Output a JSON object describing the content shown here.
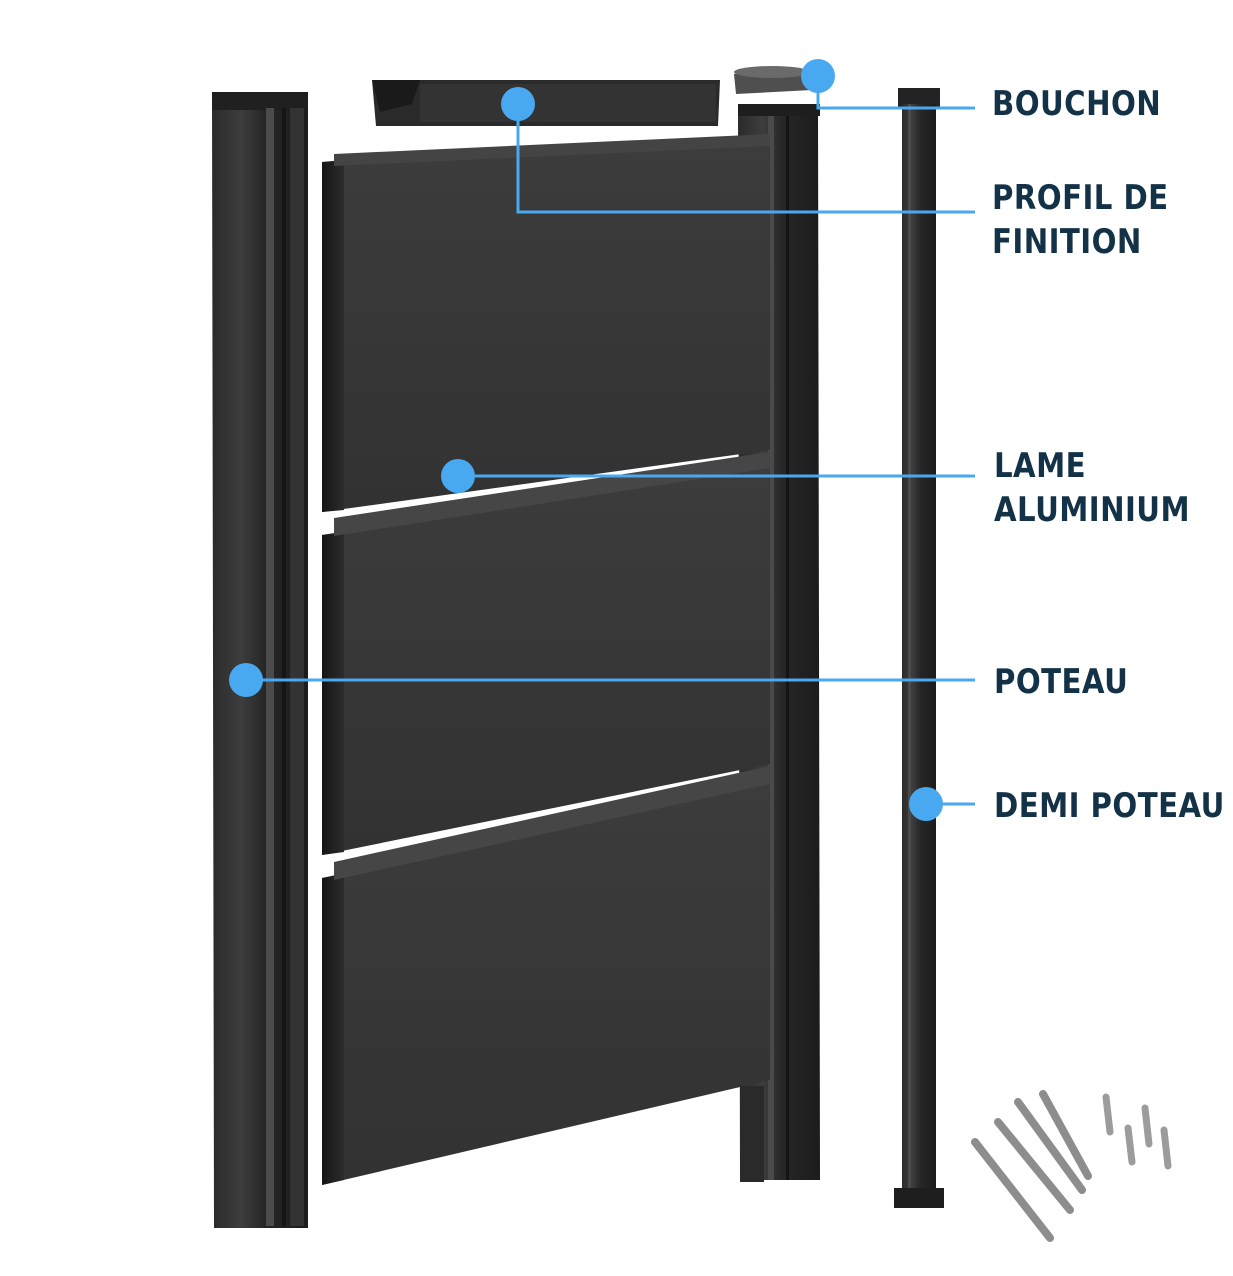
{
  "labels": {
    "bouchon": "BOUCHON",
    "profil_line1": "PROFIL DE",
    "profil_line2": "FINITION",
    "lame_line1": "LAME",
    "lame_line2": "ALUMINIUM",
    "poteau": "POTEAU",
    "demi_poteau": "DEMI POTEAU"
  },
  "colors": {
    "callout_blue": "#48a8f0",
    "label_navy": "#143247",
    "aluminium_dark": "#3a3a3a"
  },
  "icons": [
    "post-icon",
    "panel-icon",
    "cap-icon",
    "screw-icon",
    "anchor-bolt-icon"
  ]
}
